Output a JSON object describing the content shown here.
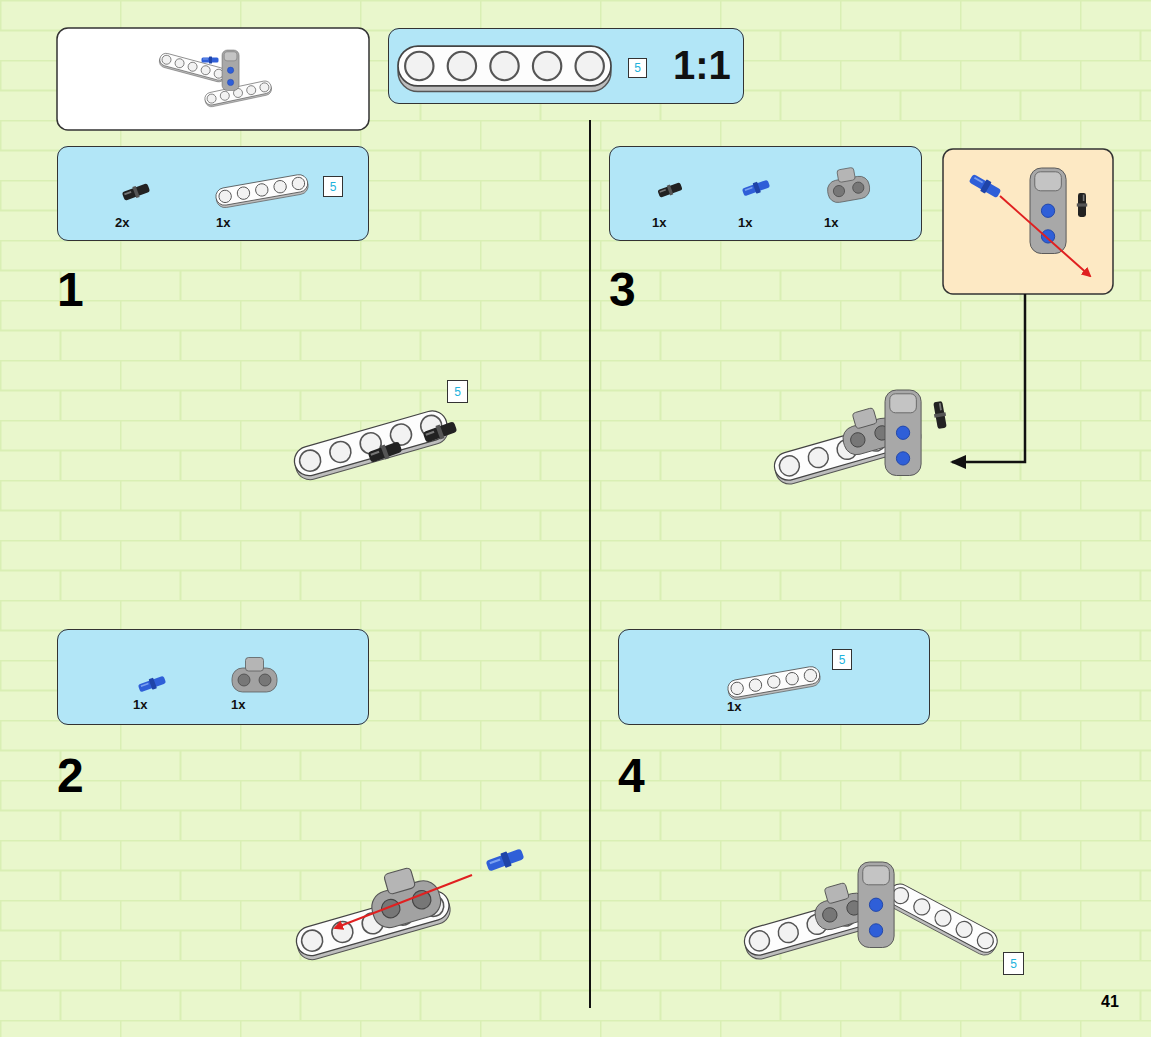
{
  "diagram": {
    "nodes": [
      {
        "text": [
          "1:1"
        ]
      },
      {
        "text": [
          "5"
        ],
        "in": 0
      },
      {
        "text": [
          "2x",
          "1x"
        ]
      },
      {
        "text": [
          "5"
        ],
        "in": 2
      },
      {
        "text": [
          "1x",
          "1x",
          "1x"
        ]
      },
      {
        "text": [
          "5"
        ]
      },
      {
        "text": [
          "1x",
          "1x"
        ]
      },
      {
        "text": [
          "1x"
        ]
      },
      {
        "text": [
          "5"
        ],
        "in": 7
      },
      {
        "text": [
          "5"
        ]
      }
    ],
    "labels": [
      "1",
      "3",
      "2",
      "4",
      "41"
    ]
  }
}
